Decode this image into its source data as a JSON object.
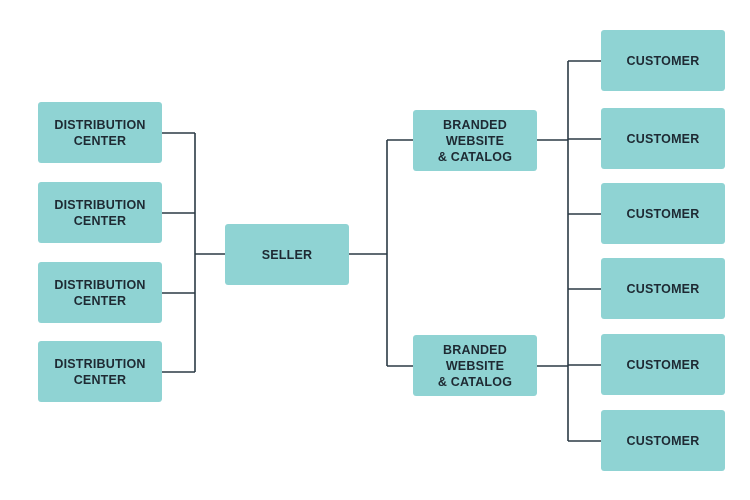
{
  "diagram": {
    "distribution_centers": [
      "DISTRIBUTION\nCENTER",
      "DISTRIBUTION\nCENTER",
      "DISTRIBUTION\nCENTER",
      "DISTRIBUTION\nCENTER"
    ],
    "seller": "SELLER",
    "websites": [
      "BRANDED\nWEBSITE\n& CATALOG",
      "BRANDED\nWEBSITE\n& CATALOG"
    ],
    "customers": [
      "CUSTOMER",
      "CUSTOMER",
      "CUSTOMER",
      "CUSTOMER",
      "CUSTOMER",
      "CUSTOMER"
    ],
    "colors": {
      "node_fill": "#8fd3d3",
      "connector": "#2b3a45",
      "text": "#1e2a33"
    }
  }
}
